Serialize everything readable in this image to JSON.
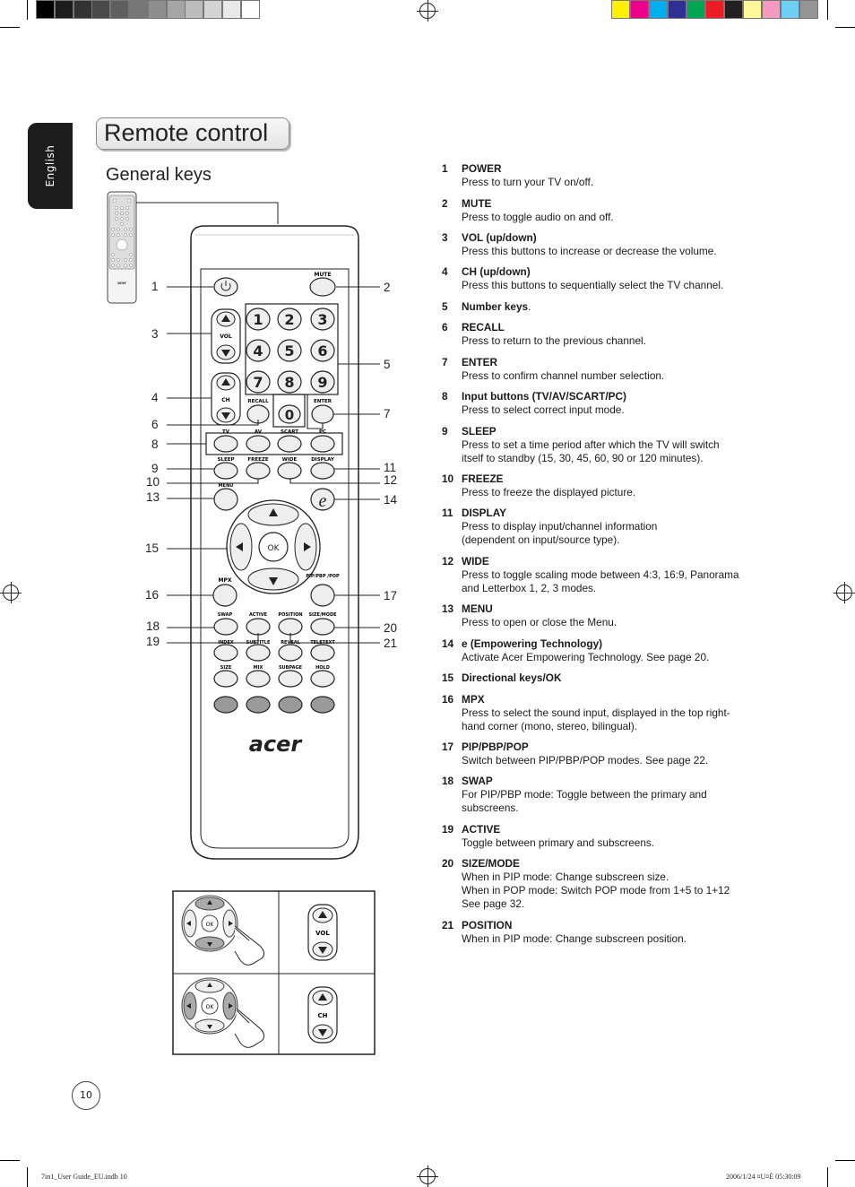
{
  "sidebar": {
    "language": "English"
  },
  "header": {
    "title": "Remote control",
    "section": "General keys"
  },
  "remote": {
    "brand": "acer",
    "button_labels": {
      "mute": "MUTE",
      "vol": "VOL",
      "ch": "CH",
      "recall": "RECALL",
      "enter": "ENTER",
      "tv": "TV",
      "av": "AV",
      "scart": "SCART",
      "pc": "PC",
      "sleep": "SLEEP",
      "freeze": "FREEZE",
      "wide": "WIDE",
      "display": "DISPLAY",
      "menu": "MENU",
      "ok": "OK",
      "mpx": "MPX",
      "pip": "PIP/PBP /POP",
      "swap": "SWAP",
      "active": "ACTIVE",
      "position": "POSITION",
      "size_mode": "SIZE/MODE",
      "index": "INDEX",
      "subtitle": "SUBTITLE",
      "reveal": "REVEAL",
      "teletext": "TELETEXT",
      "size": "SIZE",
      "mix": "MIX",
      "subpage": "SUBPAGE",
      "hold": "HOLD",
      "e_key": "e"
    },
    "digits": [
      "1",
      "2",
      "3",
      "4",
      "5",
      "6",
      "7",
      "8",
      "9",
      "0"
    ]
  },
  "callouts": [
    "1",
    "2",
    "3",
    "4",
    "5",
    "6",
    "7",
    "8",
    "9",
    "10",
    "11",
    "12",
    "13",
    "14",
    "15",
    "16",
    "17",
    "18",
    "19",
    "20",
    "21"
  ],
  "usage_panels": {
    "vol_label": "VOL",
    "ch_label": "CH",
    "ok_label": "OK"
  },
  "keys": [
    {
      "num": "1",
      "name": "POWER",
      "desc": "Press to turn your TV on/off."
    },
    {
      "num": "2",
      "name": "MUTE",
      "desc": "Press to toggle audio on and off."
    },
    {
      "num": "3",
      "name": "VOL (up/down)",
      "desc": "Press this buttons to increase or decrease the volume."
    },
    {
      "num": "4",
      "name": "CH (up/down)",
      "desc": "Press this buttons to sequentially select the TV channel."
    },
    {
      "num": "5",
      "name": "Number keys.",
      "desc": ""
    },
    {
      "num": "6",
      "name": "RECALL",
      "desc": "Press to return to the previous channel."
    },
    {
      "num": "7",
      "name": "ENTER",
      "desc": "Press to confirm channel number selection."
    },
    {
      "num": "8",
      "name": "Input buttons (TV/AV/SCART/PC)",
      "desc": "Press to select correct input mode."
    },
    {
      "num": "9",
      "name": "SLEEP",
      "desc": "Press to set a time period after which the TV will switch\nitself to standby (15, 30, 45, 60, 90 or 120 minutes)."
    },
    {
      "num": "10",
      "name": "FREEZE",
      "desc": "Press to freeze the displayed picture."
    },
    {
      "num": "11",
      "name": "DISPLAY",
      "desc": "Press to display input/channel information\n(dependent on input/source type)."
    },
    {
      "num": "12",
      "name": "WIDE",
      "desc": "Press to toggle scaling mode between 4:3, 16:9, Panorama\nand Letterbox 1, 2, 3 modes."
    },
    {
      "num": "13",
      "name": "MENU",
      "desc": "Press to open or close the Menu."
    },
    {
      "num": "14",
      "name": "e (Empowering Technology)",
      "desc": "Activate Acer Empowering Technology. See page 20."
    },
    {
      "num": "15",
      "name": "Directional keys/OK",
      "desc": ""
    },
    {
      "num": "16",
      "name": "MPX",
      "desc": "Press to select the sound input, displayed in the top right-\nhand corner (mono, stereo, bilingual)."
    },
    {
      "num": "17",
      "name": "PIP/PBP/POP",
      "desc": "Switch between PIP/PBP/POP modes. See page 22."
    },
    {
      "num": "18",
      "name": "SWAP",
      "desc": "For PIP/PBP mode: Toggle between the primary and\nsubscreens."
    },
    {
      "num": "19",
      "name": "ACTIVE",
      "desc": "Toggle between primary and subscreens."
    },
    {
      "num": "20",
      "name": "SIZE/MODE",
      "desc": "When in PIP mode: Change subscreen size.\nWhen in POP mode: Switch POP mode from 1+5 to 1+12\nSee page 32."
    },
    {
      "num": "21",
      "name": "POSITION",
      "desc": "When in PIP mode: Change subscreen position."
    }
  ],
  "footer": {
    "page_number": "10",
    "slug_left": "7in1_User Guide_EU.indb   10",
    "slug_right": "2006/1/24   ¤U¤È 05:30:09"
  },
  "colors": {
    "swatch_gray": [
      "#000000",
      "#1c1c1c",
      "#333333",
      "#4a4a4a",
      "#5f5f5f",
      "#777777",
      "#8e8e8e",
      "#a5a5a5",
      "#bcbcbc",
      "#d3d3d3",
      "#e9e9e9",
      "#ffffff"
    ],
    "swatch_color": [
      "#fff200",
      "#ec008c",
      "#00aeef",
      "#2e3192",
      "#00a651",
      "#ed1c24",
      "#231f20",
      "#fff799",
      "#f49ac1",
      "#6dcff6",
      "#959595"
    ]
  }
}
